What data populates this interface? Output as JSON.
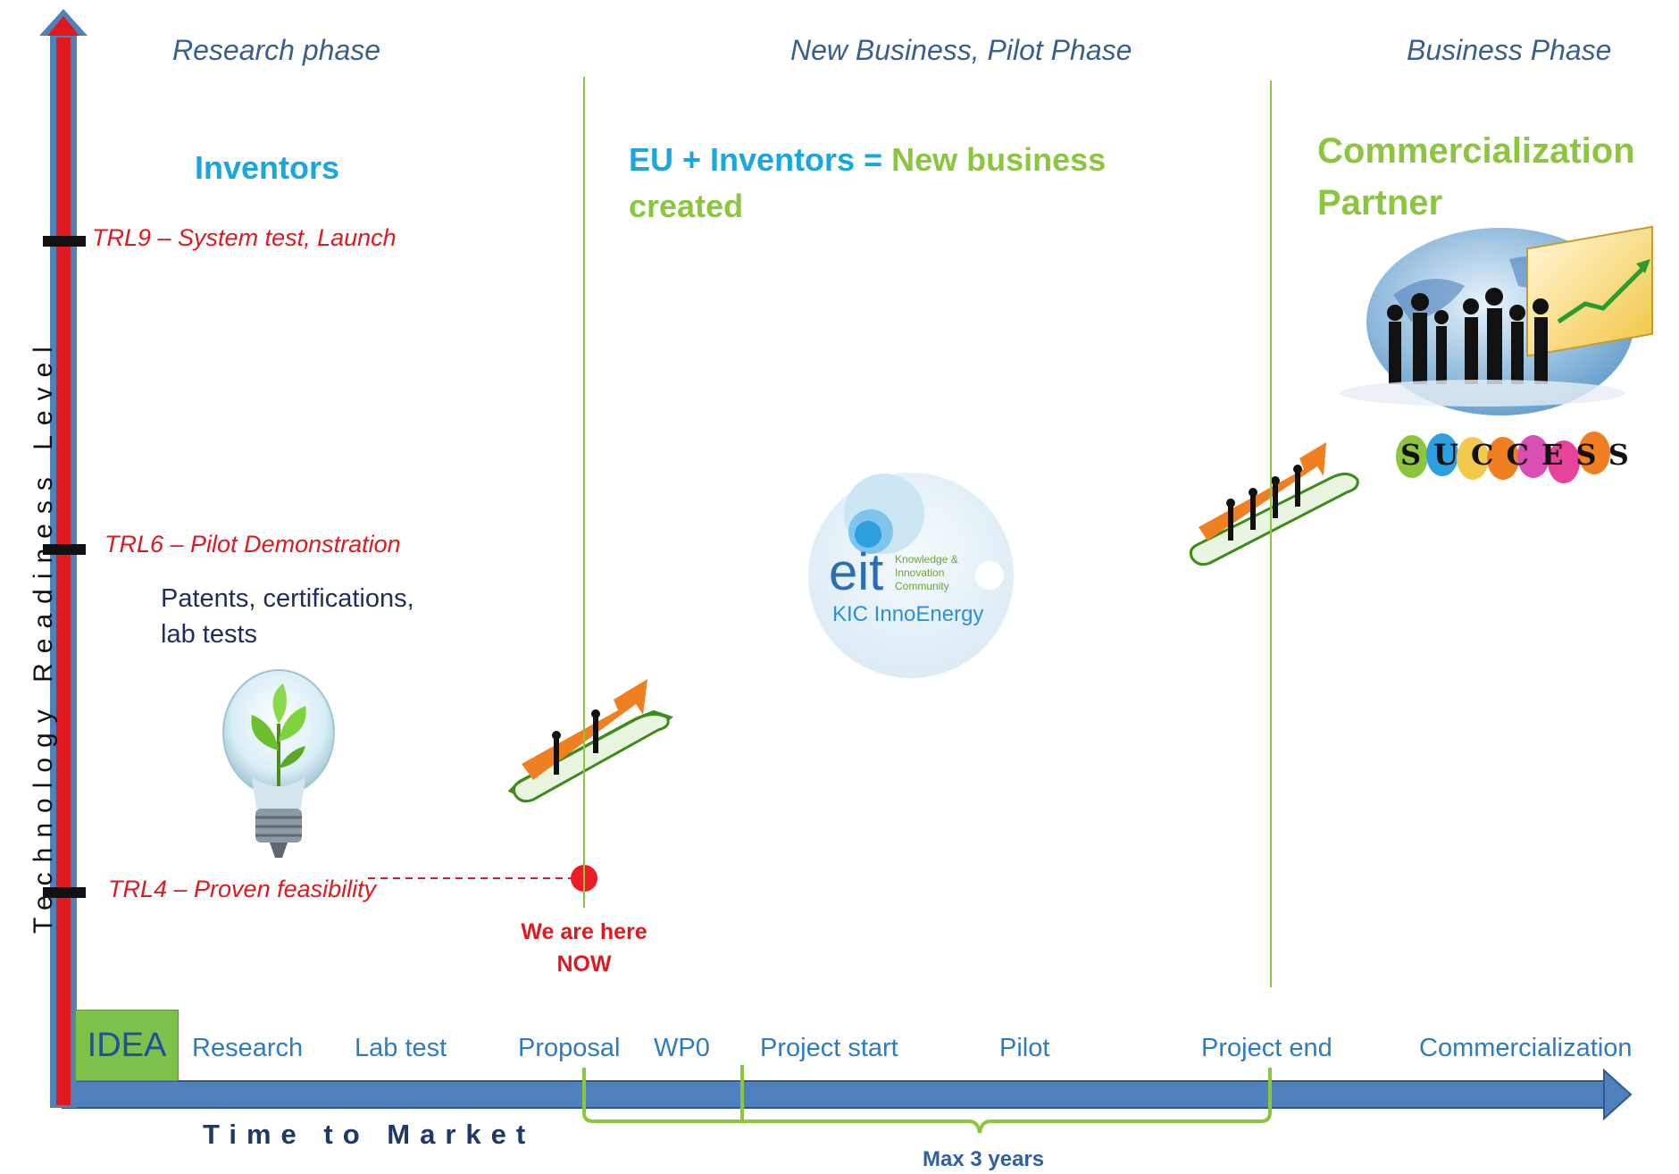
{
  "phases": {
    "research": "Research phase",
    "pilot": "New Business, Pilot Phase",
    "business": "Business Phase"
  },
  "actors": {
    "inventors": "Inventors",
    "eu_plus_inventors": "EU + Inventors =",
    "new_business_line1": "New business",
    "new_business_line2": "created",
    "partner_line1": "Commercialization",
    "partner_line2": "Partner"
  },
  "trl_levels": {
    "trl9": "TRL9 – System test, Launch",
    "trl6": "TRL6 – Pilot Demonstration",
    "trl4": "TRL4 – Proven feasibility"
  },
  "notes": {
    "patents_line1": "Patents,  certifications,",
    "patents_line2": "lab tests",
    "we_are_here_line1": "We are here",
    "we_are_here_line2": "NOW"
  },
  "axes": {
    "y_label": "Technology   Readiness   Level",
    "x_label": "Time to Market"
  },
  "stages": {
    "idea": "IDEA",
    "research": "Research",
    "lab_test": "Lab test",
    "proposal": "Proposal",
    "wp0": "WP0",
    "project_start": "Project start",
    "pilot": "Pilot",
    "project_end": "Project end",
    "commercialization": "Commercialization"
  },
  "duration": "Max 3 years",
  "logo": {
    "eit_text": "eit",
    "eit_sub1": "Knowledge &",
    "eit_sub2": "Innovation",
    "eit_sub3": "Community",
    "kic_name": "KIC InnoEnergy"
  },
  "success_word": "SUCCESS",
  "success_letters": [
    "S",
    "U",
    "C",
    "C",
    "E",
    "S",
    "S"
  ],
  "colors": {
    "vertical_axis": "#e0191f",
    "horizontal_axis": "#4f81bd",
    "divider": "#8cc63f",
    "trl_text": "#e0191f",
    "phase_text": "#3a5f8a",
    "accent_blue": "#19a7df",
    "accent_green": "#8cc63f",
    "idea_box": "#7dc04a",
    "arrow_orange": "#f07f21"
  },
  "icons": [
    "lightbulb-plant-icon",
    "escalator-icon",
    "globe-chart-icon",
    "eit-logo-icon",
    "success-badge-icon"
  ]
}
